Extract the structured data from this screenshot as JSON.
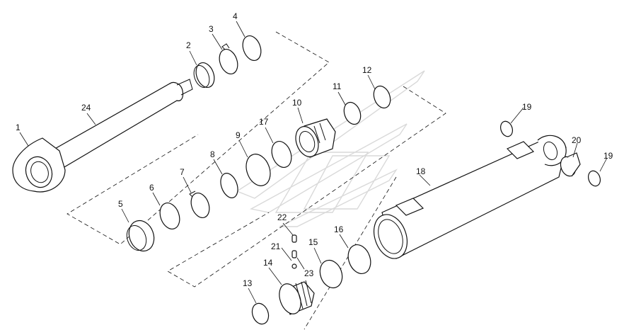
{
  "diagram": {
    "callouts": {
      "c1": "1",
      "c2": "2",
      "c3": "3",
      "c4": "4",
      "c5": "5",
      "c6": "6",
      "c7": "7",
      "c8": "8",
      "c9": "9",
      "c10": "10",
      "c11": "11",
      "c12": "12",
      "c13": "13",
      "c14": "14",
      "c15": "15",
      "c16": "16",
      "c17": "17",
      "c18": "18",
      "c19a": "19",
      "c19b": "19",
      "c20": "20",
      "c21": "21",
      "c22": "22",
      "c23": "23",
      "c24": "24"
    }
  }
}
